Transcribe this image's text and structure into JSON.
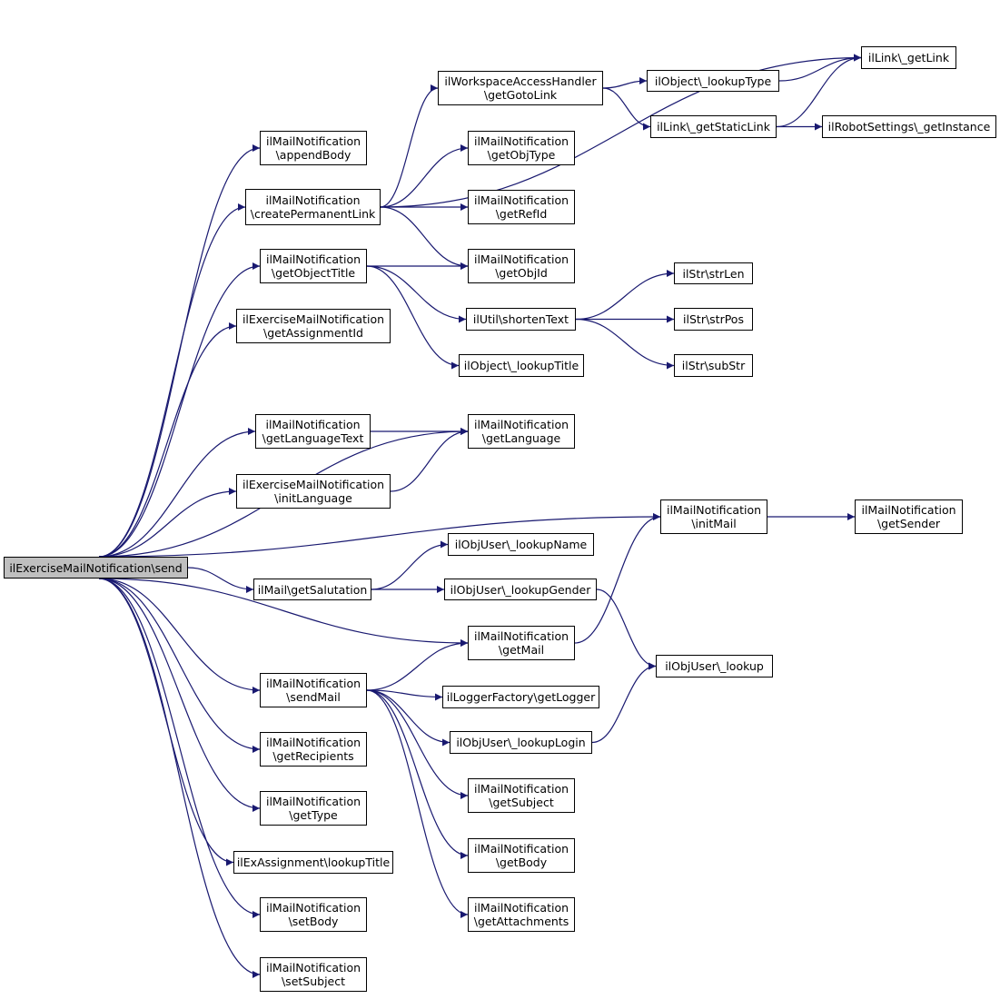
{
  "nodes": [
    {
      "id": "send",
      "lines": [
        "ilExerciseMailNotification\\send"
      ]
    },
    {
      "id": "appendBody",
      "lines": [
        "ilMailNotification",
        "\\appendBody"
      ]
    },
    {
      "id": "createPermanentLink",
      "lines": [
        "ilMailNotification",
        "\\createPermanentLink"
      ]
    },
    {
      "id": "getObjectTitle",
      "lines": [
        "ilMailNotification",
        "\\getObjectTitle"
      ]
    },
    {
      "id": "getAssignmentId",
      "lines": [
        "ilExerciseMailNotification",
        "\\getAssignmentId"
      ]
    },
    {
      "id": "getLanguageText",
      "lines": [
        "ilMailNotification",
        "\\getLanguageText"
      ]
    },
    {
      "id": "initLanguage",
      "lines": [
        "ilExerciseMailNotification",
        "\\initLanguage"
      ]
    },
    {
      "id": "getSalutation",
      "lines": [
        "ilMail\\getSalutation"
      ]
    },
    {
      "id": "sendMail",
      "lines": [
        "ilMailNotification",
        "\\sendMail"
      ]
    },
    {
      "id": "getRecipients",
      "lines": [
        "ilMailNotification",
        "\\getRecipients"
      ]
    },
    {
      "id": "getType",
      "lines": [
        "ilMailNotification",
        "\\getType"
      ]
    },
    {
      "id": "lookupTitleEx",
      "lines": [
        "ilExAssignment\\lookupTitle"
      ]
    },
    {
      "id": "setBody",
      "lines": [
        "ilMailNotification",
        "\\setBody"
      ]
    },
    {
      "id": "setSubject",
      "lines": [
        "ilMailNotification",
        "\\setSubject"
      ]
    },
    {
      "id": "getGotoLink",
      "lines": [
        "ilWorkspaceAccessHandler",
        "\\getGotoLink"
      ]
    },
    {
      "id": "getObjType",
      "lines": [
        "ilMailNotification",
        "\\getObjType"
      ]
    },
    {
      "id": "getRefId",
      "lines": [
        "ilMailNotification",
        "\\getRefId"
      ]
    },
    {
      "id": "getObjId",
      "lines": [
        "ilMailNotification",
        "\\getObjId"
      ]
    },
    {
      "id": "shortenText",
      "lines": [
        "ilUtil\\shortenText"
      ]
    },
    {
      "id": "lookupTitleObj",
      "lines": [
        "ilObject\\_lookupTitle"
      ]
    },
    {
      "id": "getLanguage",
      "lines": [
        "ilMailNotification",
        "\\getLanguage"
      ]
    },
    {
      "id": "lookupName",
      "lines": [
        "ilObjUser\\_lookupName"
      ]
    },
    {
      "id": "lookupGender",
      "lines": [
        "ilObjUser\\_lookupGender"
      ]
    },
    {
      "id": "getMail",
      "lines": [
        "ilMailNotification",
        "\\getMail"
      ]
    },
    {
      "id": "getLogger",
      "lines": [
        "ilLoggerFactory\\getLogger"
      ]
    },
    {
      "id": "lookupLogin",
      "lines": [
        "ilObjUser\\_lookupLogin"
      ]
    },
    {
      "id": "getSubject",
      "lines": [
        "ilMailNotification",
        "\\getSubject"
      ]
    },
    {
      "id": "getBody",
      "lines": [
        "ilMailNotification",
        "\\getBody"
      ]
    },
    {
      "id": "getAttachments",
      "lines": [
        "ilMailNotification",
        "\\getAttachments"
      ]
    },
    {
      "id": "lookupType",
      "lines": [
        "ilObject\\_lookupType"
      ]
    },
    {
      "id": "getStaticLink",
      "lines": [
        "ilLink\\_getStaticLink"
      ]
    },
    {
      "id": "getLink",
      "lines": [
        "ilLink\\_getLink"
      ]
    },
    {
      "id": "getInstance",
      "lines": [
        "ilRobotSettings\\_getInstance"
      ]
    },
    {
      "id": "strLen",
      "lines": [
        "ilStr\\strLen"
      ]
    },
    {
      "id": "strPos",
      "lines": [
        "ilStr\\strPos"
      ]
    },
    {
      "id": "subStr",
      "lines": [
        "ilStr\\subStr"
      ]
    },
    {
      "id": "initMail",
      "lines": [
        "ilMailNotification",
        "\\initMail"
      ]
    },
    {
      "id": "lookup",
      "lines": [
        "ilObjUser\\_lookup"
      ]
    },
    {
      "id": "getSender",
      "lines": [
        "ilMailNotification",
        "\\getSender"
      ]
    }
  ],
  "edges": [
    [
      "send",
      "appendBody"
    ],
    [
      "send",
      "createPermanentLink"
    ],
    [
      "send",
      "getObjectTitle"
    ],
    [
      "send",
      "getAssignmentId"
    ],
    [
      "send",
      "getLanguageText"
    ],
    [
      "send",
      "getLanguage"
    ],
    [
      "send",
      "initLanguage"
    ],
    [
      "send",
      "initMail"
    ],
    [
      "send",
      "getSalutation"
    ],
    [
      "send",
      "getMail"
    ],
    [
      "send",
      "sendMail"
    ],
    [
      "send",
      "getRecipients"
    ],
    [
      "send",
      "getType"
    ],
    [
      "send",
      "lookupTitleEx"
    ],
    [
      "send",
      "setBody"
    ],
    [
      "send",
      "setSubject"
    ],
    [
      "createPermanentLink",
      "getLink"
    ],
    [
      "createPermanentLink",
      "getGotoLink"
    ],
    [
      "createPermanentLink",
      "getObjType"
    ],
    [
      "createPermanentLink",
      "getRefId"
    ],
    [
      "createPermanentLink",
      "getObjId"
    ],
    [
      "getGotoLink",
      "lookupType"
    ],
    [
      "getGotoLink",
      "getStaticLink"
    ],
    [
      "lookupType",
      "getLink"
    ],
    [
      "getStaticLink",
      "getLink"
    ],
    [
      "getStaticLink",
      "getInstance"
    ],
    [
      "getObjectTitle",
      "getObjId"
    ],
    [
      "getObjectTitle",
      "shortenText"
    ],
    [
      "getObjectTitle",
      "lookupTitleObj"
    ],
    [
      "shortenText",
      "strLen"
    ],
    [
      "shortenText",
      "strPos"
    ],
    [
      "shortenText",
      "subStr"
    ],
    [
      "getLanguageText",
      "getLanguage"
    ],
    [
      "initLanguage",
      "getLanguage"
    ],
    [
      "initMail",
      "getSender"
    ],
    [
      "getSalutation",
      "lookupName"
    ],
    [
      "getSalutation",
      "lookupGender"
    ],
    [
      "lookupGender",
      "lookup"
    ],
    [
      "getMail",
      "initMail"
    ],
    [
      "sendMail",
      "getMail"
    ],
    [
      "sendMail",
      "getLogger"
    ],
    [
      "sendMail",
      "lookupLogin"
    ],
    [
      "sendMail",
      "getSubject"
    ],
    [
      "sendMail",
      "getBody"
    ],
    [
      "sendMail",
      "getAttachments"
    ],
    [
      "lookupLogin",
      "lookup"
    ]
  ]
}
